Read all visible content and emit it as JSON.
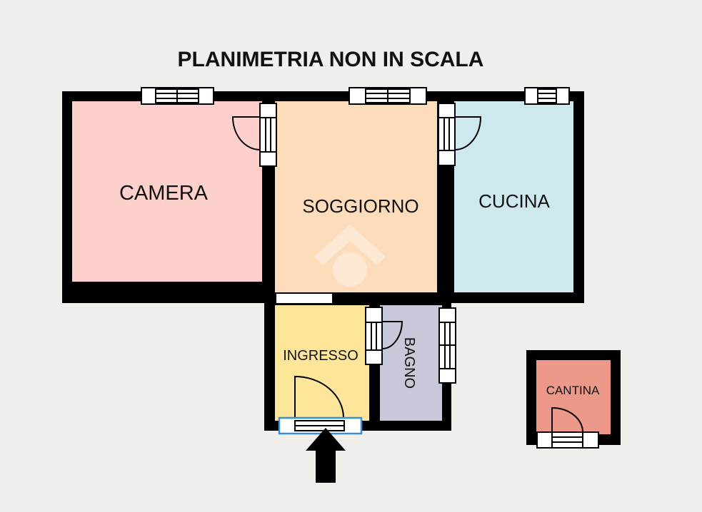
{
  "title": "PLANIMETRIA NON IN SCALA",
  "rooms": {
    "camera": {
      "label": "CAMERA",
      "color": "#fdd0cb"
    },
    "soggiorno": {
      "label": "SOGGIORNO",
      "color": "#fddcbc"
    },
    "cucina": {
      "label": "CUCINA",
      "color": "#cde9ee"
    },
    "ingresso": {
      "label": "INGRESSO",
      "color": "#fde59a"
    },
    "bagno": {
      "label": "BAGNO",
      "color": "#c8c8db"
    },
    "cantina": {
      "label": "CANTINA",
      "color": "#ec998a"
    }
  },
  "colors": {
    "wall": "#000000",
    "background": "#f0efeb",
    "entrance": "#3a8fd8"
  },
  "icons": {
    "entrance": "arrow-up-icon"
  }
}
